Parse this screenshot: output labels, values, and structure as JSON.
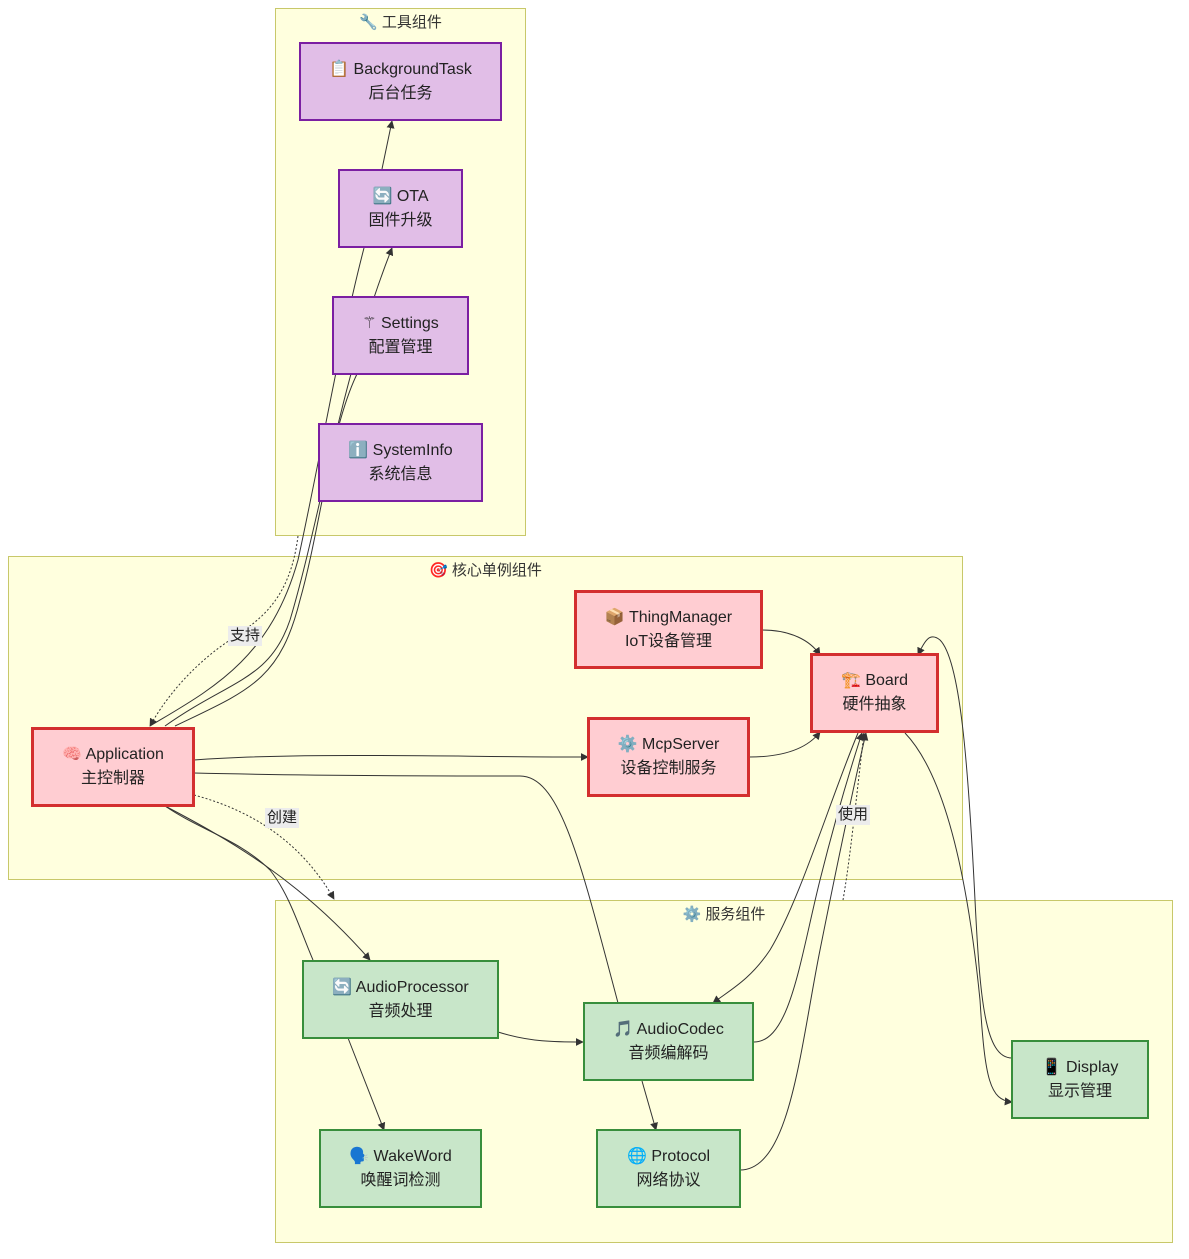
{
  "clusters": {
    "tools": {
      "title": "🔧 工具组件"
    },
    "core": {
      "title": "🎯 核心单例组件"
    },
    "services": {
      "title": "⚙️ 服务组件"
    }
  },
  "nodes": {
    "background_task": {
      "name": "📋 BackgroundTask",
      "desc": "后台任务"
    },
    "ota": {
      "name": "🔄 OTA",
      "desc": "固件升级"
    },
    "settings": {
      "name": "⚚ Settings",
      "desc": "配置管理"
    },
    "system_info": {
      "name": "ℹ️ SystemInfo",
      "desc": "系统信息"
    },
    "thing_manager": {
      "name": "📦 ThingManager",
      "desc": "IoT设备管理"
    },
    "board": {
      "name": "🏗️ Board",
      "desc": "硬件抽象"
    },
    "application": {
      "name": "🧠 Application",
      "desc": "主控制器"
    },
    "mcp_server": {
      "name": "⚙️ McpServer",
      "desc": "设备控制服务"
    },
    "audio_processor": {
      "name": "🔄 AudioProcessor",
      "desc": "音频处理"
    },
    "audio_codec": {
      "name": "🎵 AudioCodec",
      "desc": "音频编解码"
    },
    "display": {
      "name": "📱 Display",
      "desc": "显示管理"
    },
    "wake_word": {
      "name": "🗣️ WakeWord",
      "desc": "唤醒词检测"
    },
    "protocol": {
      "name": "🌐 Protocol",
      "desc": "网络协议"
    }
  },
  "edge_labels": {
    "support": "支持",
    "create": "创建",
    "use": "使用"
  },
  "colors": {
    "cluster_bg": "#ffffde",
    "tool_fill": "#e1bee7",
    "tool_stroke": "#7b1fa2",
    "core_fill": "#ffcdd2",
    "core_stroke": "#d32f2f",
    "service_fill": "#c8e6c9",
    "service_stroke": "#388e3c"
  }
}
